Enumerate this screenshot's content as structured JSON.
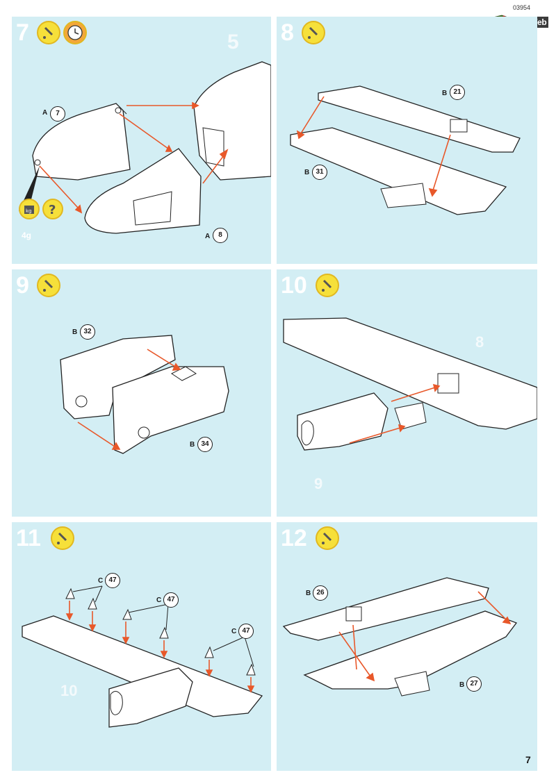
{
  "header": {
    "code": "03954",
    "logo_text": "ModelWeb"
  },
  "steps": [
    {
      "number": "7",
      "icons": [
        "glue-icon",
        "clock-icon"
      ],
      "ghost_number": "5",
      "extra_icons": [
        "weight-kg-icon",
        "question-icon"
      ],
      "weight_label": "kg",
      "extra_label": "4g",
      "parts": [
        {
          "group": "A",
          "id": "7"
        },
        {
          "group": "A",
          "id": "8"
        }
      ]
    },
    {
      "number": "8",
      "icons": [
        "glue-icon"
      ],
      "parts": [
        {
          "group": "B",
          "id": "21"
        },
        {
          "group": "B",
          "id": "31"
        }
      ]
    },
    {
      "number": "9",
      "icons": [
        "glue-icon"
      ],
      "parts": [
        {
          "group": "B",
          "id": "32"
        },
        {
          "group": "B",
          "id": "34"
        }
      ]
    },
    {
      "number": "10",
      "icons": [
        "glue-icon"
      ],
      "ghost_numbers": [
        "8",
        "9"
      ],
      "parts": []
    },
    {
      "number": "11",
      "icons": [
        "glue-icon"
      ],
      "ghost_number": "10",
      "parts": [
        {
          "group": "C",
          "id": "47"
        },
        {
          "group": "C",
          "id": "47"
        },
        {
          "group": "C",
          "id": "47"
        }
      ]
    },
    {
      "number": "12",
      "icons": [
        "glue-icon"
      ],
      "parts": [
        {
          "group": "B",
          "id": "26"
        },
        {
          "group": "B",
          "id": "27"
        }
      ]
    }
  ],
  "page_number": "7",
  "colors": {
    "panel_bg": "#d3eef4",
    "arrow": "#e8582a",
    "glue_yellow": "#f6e03a"
  }
}
